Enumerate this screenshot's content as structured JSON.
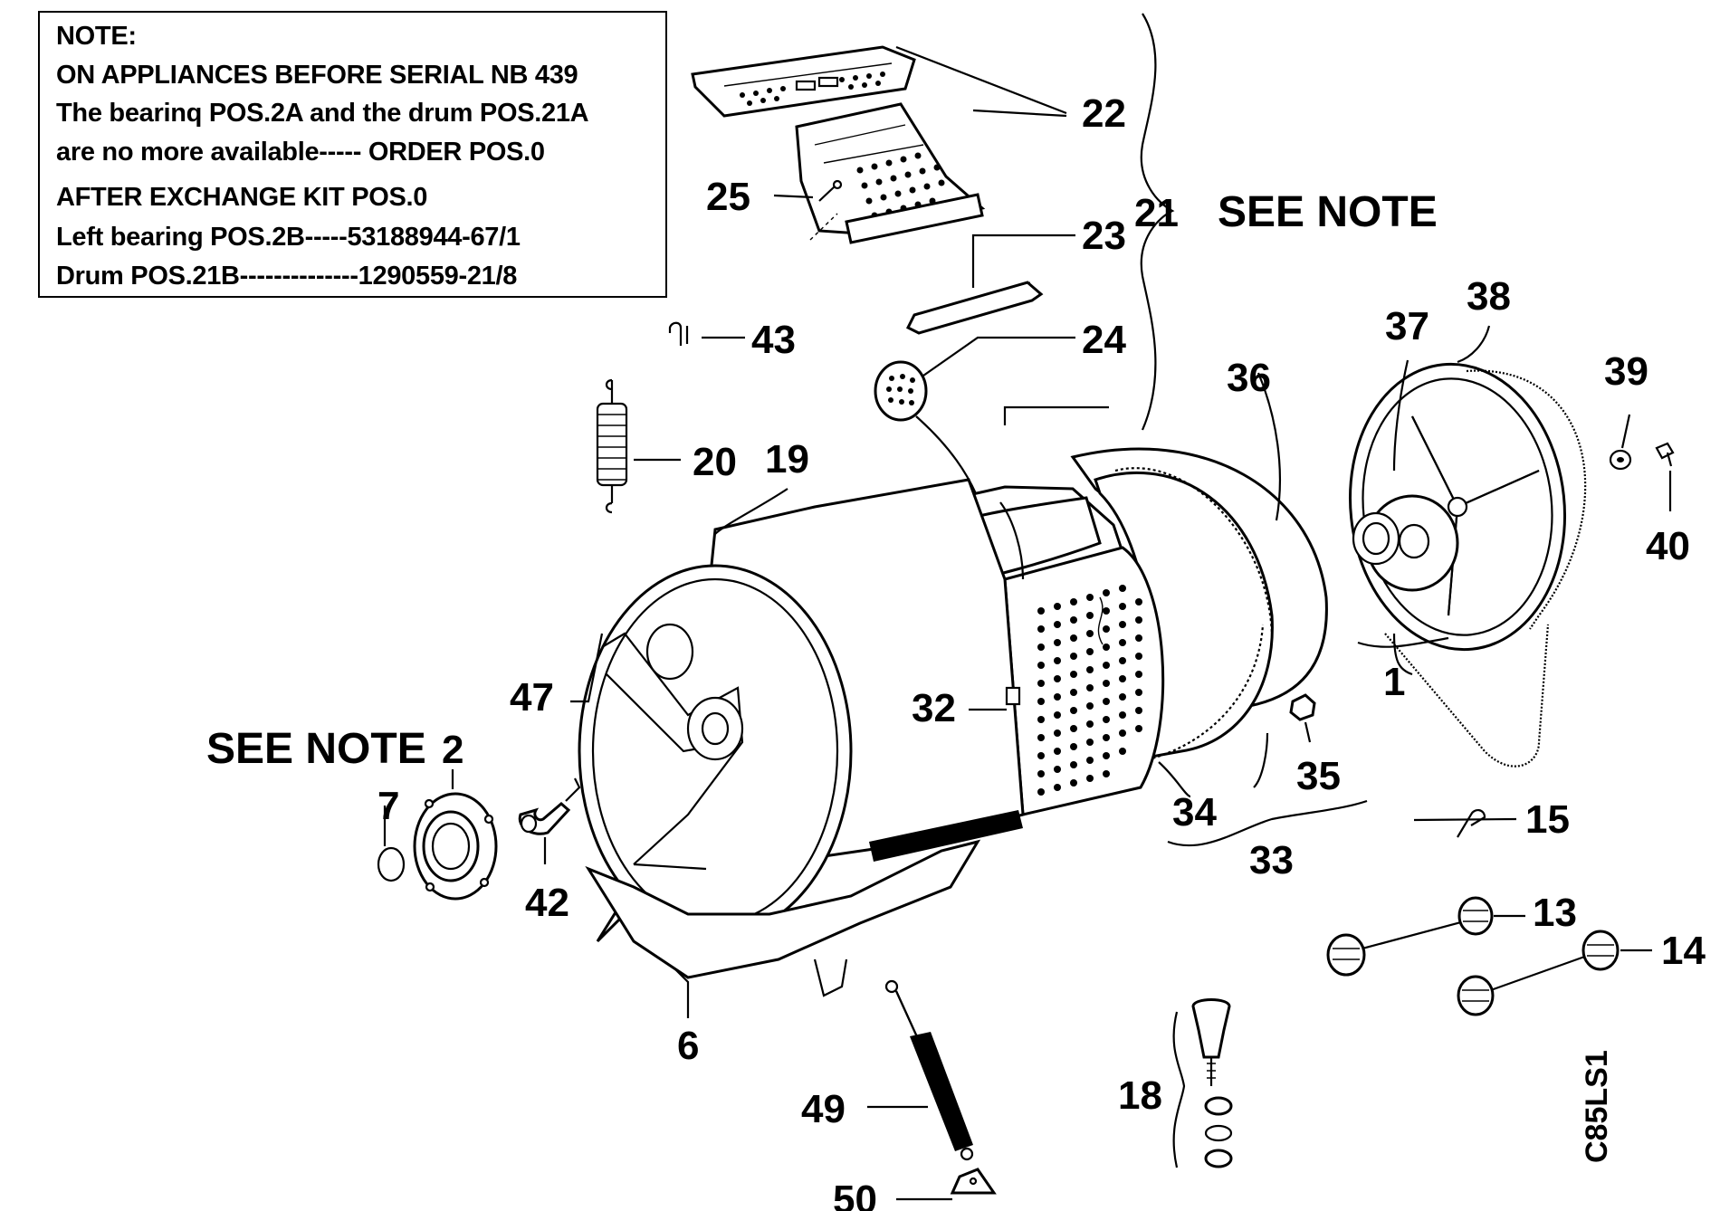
{
  "note": {
    "lines": [
      "NOTE:",
      "ON APPLIANCES BEFORE SERIAL NB 439",
      "The bearinq POS.2A and the drum POS.21A",
      " are no more available----- ORDER POS.0",
      "AFTER EXCHANGE KIT POS.0",
      "Left bearing  POS.2B-----53188944-67/1",
      "Drum  POS.21B--------------1290559-21/8"
    ]
  },
  "callouts": {
    "n1": "1",
    "n2": "2",
    "n6": "6",
    "n7": "7",
    "n13": "13",
    "n14": "14",
    "n15": "15",
    "n18": "18",
    "n19": "19",
    "n20": "20",
    "n21": "21",
    "n22": "22",
    "n23": "23",
    "n24": "24",
    "n25": "25",
    "n32": "32",
    "n33": "33",
    "n34": "34",
    "n35": "35",
    "n36": "36",
    "n37": "37",
    "n38": "38",
    "n39": "39",
    "n40": "40",
    "n42": "42",
    "n43": "43",
    "n47": "47",
    "n49": "49",
    "n50": "50"
  },
  "see_note_21": "SEE NOTE",
  "see_note_2": "SEE NOTE",
  "diagram_code": "C85LS1"
}
